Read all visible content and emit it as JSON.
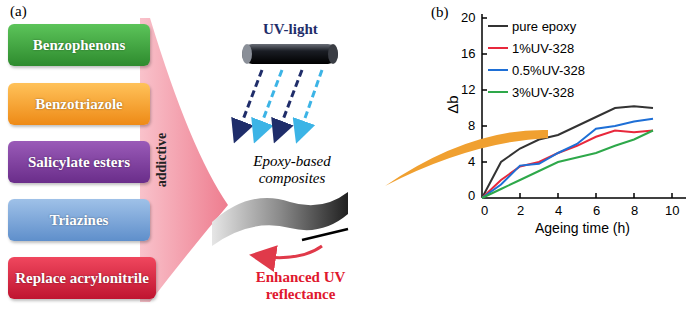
{
  "diagram": {
    "nodes": [
      {
        "text": [
          "Benzophenons"
        ]
      },
      {
        "text": [
          "Benzotriazole"
        ]
      },
      {
        "text": [
          "Salicylate esters"
        ]
      },
      {
        "text": [
          "Triazines"
        ]
      },
      {
        "text": [
          "Replace acrylonitrile"
        ]
      }
    ],
    "labels": [
      "(a)",
      "UV-light",
      "addictive",
      "Epoxy-based composites",
      "Enhanced UV reflectance",
      "(b)",
      "20",
      "16",
      "12",
      "8",
      "4",
      "0",
      "0",
      "2",
      "4",
      "6",
      "8",
      "10",
      "Δb",
      "Ageing time (h)"
    ],
    "legend": [
      {
        "text": "pure epoxy"
      },
      {
        "text": "1%UV-328"
      },
      {
        "text": "0.5%UV-328"
      },
      {
        "text": "3%UV-328"
      }
    ]
  }
}
